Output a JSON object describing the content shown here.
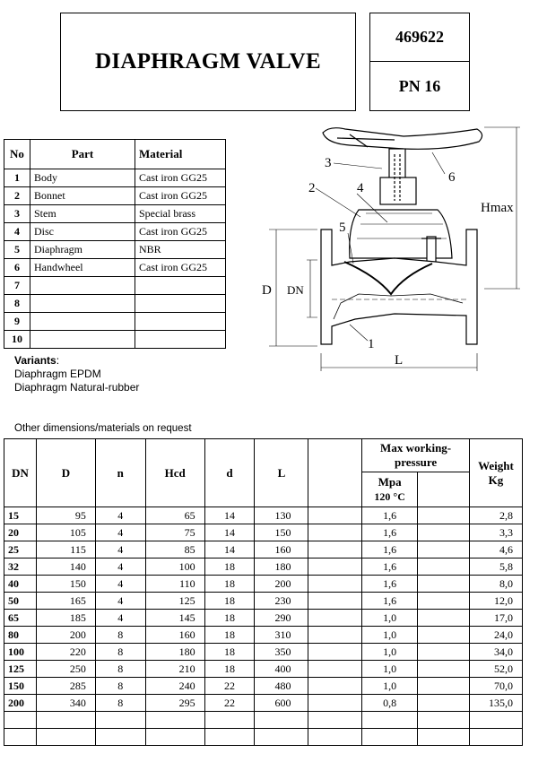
{
  "header": {
    "title": "DIAPHRAGM VALVE",
    "code": "469622",
    "pressure": "PN 16"
  },
  "parts": {
    "headers": {
      "no": "No",
      "part": "Part",
      "material": "Material"
    },
    "rows": [
      {
        "no": "1",
        "part": "Body",
        "material": "Cast iron GG25"
      },
      {
        "no": "2",
        "part": "Bonnet",
        "material": "Cast iron GG25"
      },
      {
        "no": "3",
        "part": "Stem",
        "material": "Special brass"
      },
      {
        "no": "4",
        "part": "Disc",
        "material": "Cast iron GG25"
      },
      {
        "no": "5",
        "part": "Diaphragm",
        "material": "NBR"
      },
      {
        "no": "6",
        "part": "Handwheel",
        "material": "Cast iron GG25"
      },
      {
        "no": "7",
        "part": "",
        "material": ""
      },
      {
        "no": "8",
        "part": "",
        "material": ""
      },
      {
        "no": "9",
        "part": "",
        "material": ""
      },
      {
        "no": "10",
        "part": "",
        "material": ""
      }
    ]
  },
  "variants": {
    "heading": "Variants",
    "items": [
      "Diaphragm EPDM",
      "Diaphragm Natural-rubber"
    ]
  },
  "note": "Other dimensions/materials on request",
  "drawing_labels": {
    "l1": "1",
    "l2": "2",
    "l3": "3",
    "l4": "4",
    "l5": "5",
    "l6": "6",
    "hmax": "Hmax",
    "d": "D",
    "dn": "DN",
    "l": "L"
  },
  "dimensions": {
    "headers": {
      "dn": "DN",
      "d": "D",
      "n": "n",
      "hcd": "Hcd",
      "dd": "d",
      "l": "L",
      "pressure": "Max working-pressure",
      "mpa": "Mpa",
      "temp": "120 °C",
      "weight": "Weight Kg"
    },
    "rows": [
      {
        "dn": "15",
        "d": "95",
        "n": "4",
        "hcd": "65",
        "dd": "14",
        "l": "130",
        "mpa": "1,6",
        "kg": "2,8"
      },
      {
        "dn": "20",
        "d": "105",
        "n": "4",
        "hcd": "75",
        "dd": "14",
        "l": "150",
        "mpa": "1,6",
        "kg": "3,3"
      },
      {
        "dn": "25",
        "d": "115",
        "n": "4",
        "hcd": "85",
        "dd": "14",
        "l": "160",
        "mpa": "1,6",
        "kg": "4,6"
      },
      {
        "dn": "32",
        "d": "140",
        "n": "4",
        "hcd": "100",
        "dd": "18",
        "l": "180",
        "mpa": "1,6",
        "kg": "5,8"
      },
      {
        "dn": "40",
        "d": "150",
        "n": "4",
        "hcd": "110",
        "dd": "18",
        "l": "200",
        "mpa": "1,6",
        "kg": "8,0"
      },
      {
        "dn": "50",
        "d": "165",
        "n": "4",
        "hcd": "125",
        "dd": "18",
        "l": "230",
        "mpa": "1,6",
        "kg": "12,0"
      },
      {
        "dn": "65",
        "d": "185",
        "n": "4",
        "hcd": "145",
        "dd": "18",
        "l": "290",
        "mpa": "1,0",
        "kg": "17,0"
      },
      {
        "dn": "80",
        "d": "200",
        "n": "8",
        "hcd": "160",
        "dd": "18",
        "l": "310",
        "mpa": "1,0",
        "kg": "24,0"
      },
      {
        "dn": "100",
        "d": "220",
        "n": "8",
        "hcd": "180",
        "dd": "18",
        "l": "350",
        "mpa": "1,0",
        "kg": "34,0"
      },
      {
        "dn": "125",
        "d": "250",
        "n": "8",
        "hcd": "210",
        "dd": "18",
        "l": "400",
        "mpa": "1,0",
        "kg": "52,0"
      },
      {
        "dn": "150",
        "d": "285",
        "n": "8",
        "hcd": "240",
        "dd": "22",
        "l": "480",
        "mpa": "1,0",
        "kg": "70,0"
      },
      {
        "dn": "200",
        "d": "340",
        "n": "8",
        "hcd": "295",
        "dd": "22",
        "l": "600",
        "mpa": "0,8",
        "kg": "135,0"
      },
      {
        "dn": "",
        "d": "",
        "n": "",
        "hcd": "",
        "dd": "",
        "l": "",
        "mpa": "",
        "kg": ""
      },
      {
        "dn": "",
        "d": "",
        "n": "",
        "hcd": "",
        "dd": "",
        "l": "",
        "mpa": "",
        "kg": ""
      }
    ]
  }
}
